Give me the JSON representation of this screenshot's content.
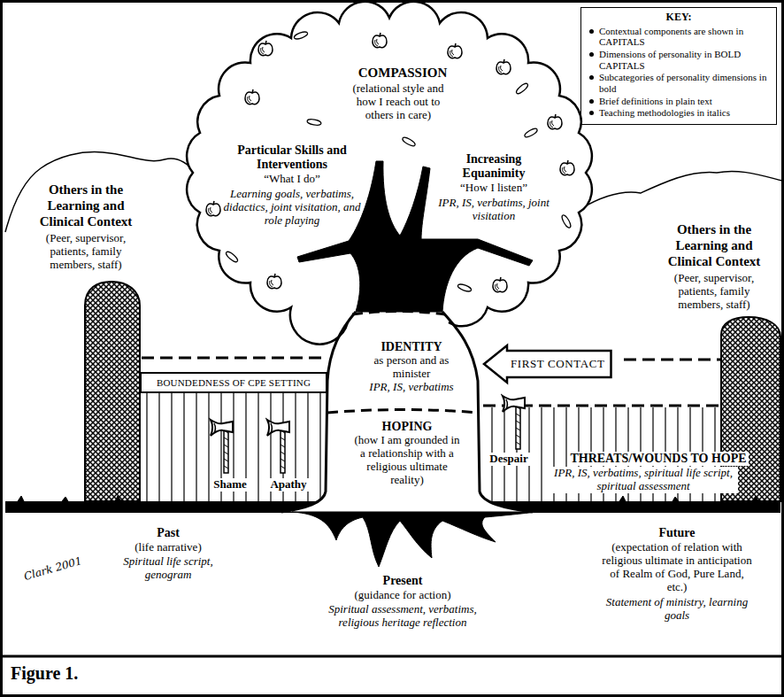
{
  "diagram": {
    "caption": "Figure 1.",
    "nodes": [
      {
        "text": [
          "KEY:"
        ]
      },
      {
        "text": [
          "COMPASSION",
          "(relational style and how I reach out to others in care)",
          "Particular Skills and Interventions",
          "“What I do”",
          "Learning goals, verbatims, didactics, joint visitation, and role playing",
          "Increasing Equanimity",
          "“How I listen”",
          "IPR, IS, verbatims, joint visitation"
        ]
      },
      {
        "text": [
          "BOUNDEDNESS OF CPE SETTING"
        ]
      },
      {
        "text": [
          "IDENTITY",
          "as person and as minister",
          "IPR, IS, verbatims"
        ]
      },
      {
        "text": [
          "FIRST CONTACT"
        ]
      },
      {
        "text": [
          "HOPING",
          "(how I am grounded in a relationship with a religious ultimate reality)"
        ]
      }
    ],
    "labels": [
      "Others in the Learning and Clinical Context",
      "(Peer, supervisor, patients, family members, staff)",
      "Others in the Learning and Clinical Context",
      "(Peer, supervisor, patients, family members, staff)",
      "Shame",
      "Apathy",
      "Despair",
      "THREATS/WOUNDS TO HOPE",
      "IPR, IS, verbatims, spiritual life script, spiritual assessment",
      "Clark 2001",
      "Past",
      "(life narrative)",
      "Spiritual life script, genogram",
      "Present",
      "(guidance for action)",
      "Spiritual assessment, verbatims, religious heritage reflection",
      "Future",
      "(expectation of relation with religious ultimate in anticipation of Realm of God, Pure Land, etc.)",
      "Statement of ministry, learning goals"
    ],
    "legend": [
      {
        "text": "Contextual components are shown in CAPITALS"
      },
      {
        "text": "Dimensions of personality in BOLD CAPITALS"
      },
      {
        "text": "Subcategories of personality dimensions in bold"
      },
      {
        "text": "Brief definitions in plain text"
      },
      {
        "text": "Teaching methodologies in italics"
      }
    ]
  }
}
